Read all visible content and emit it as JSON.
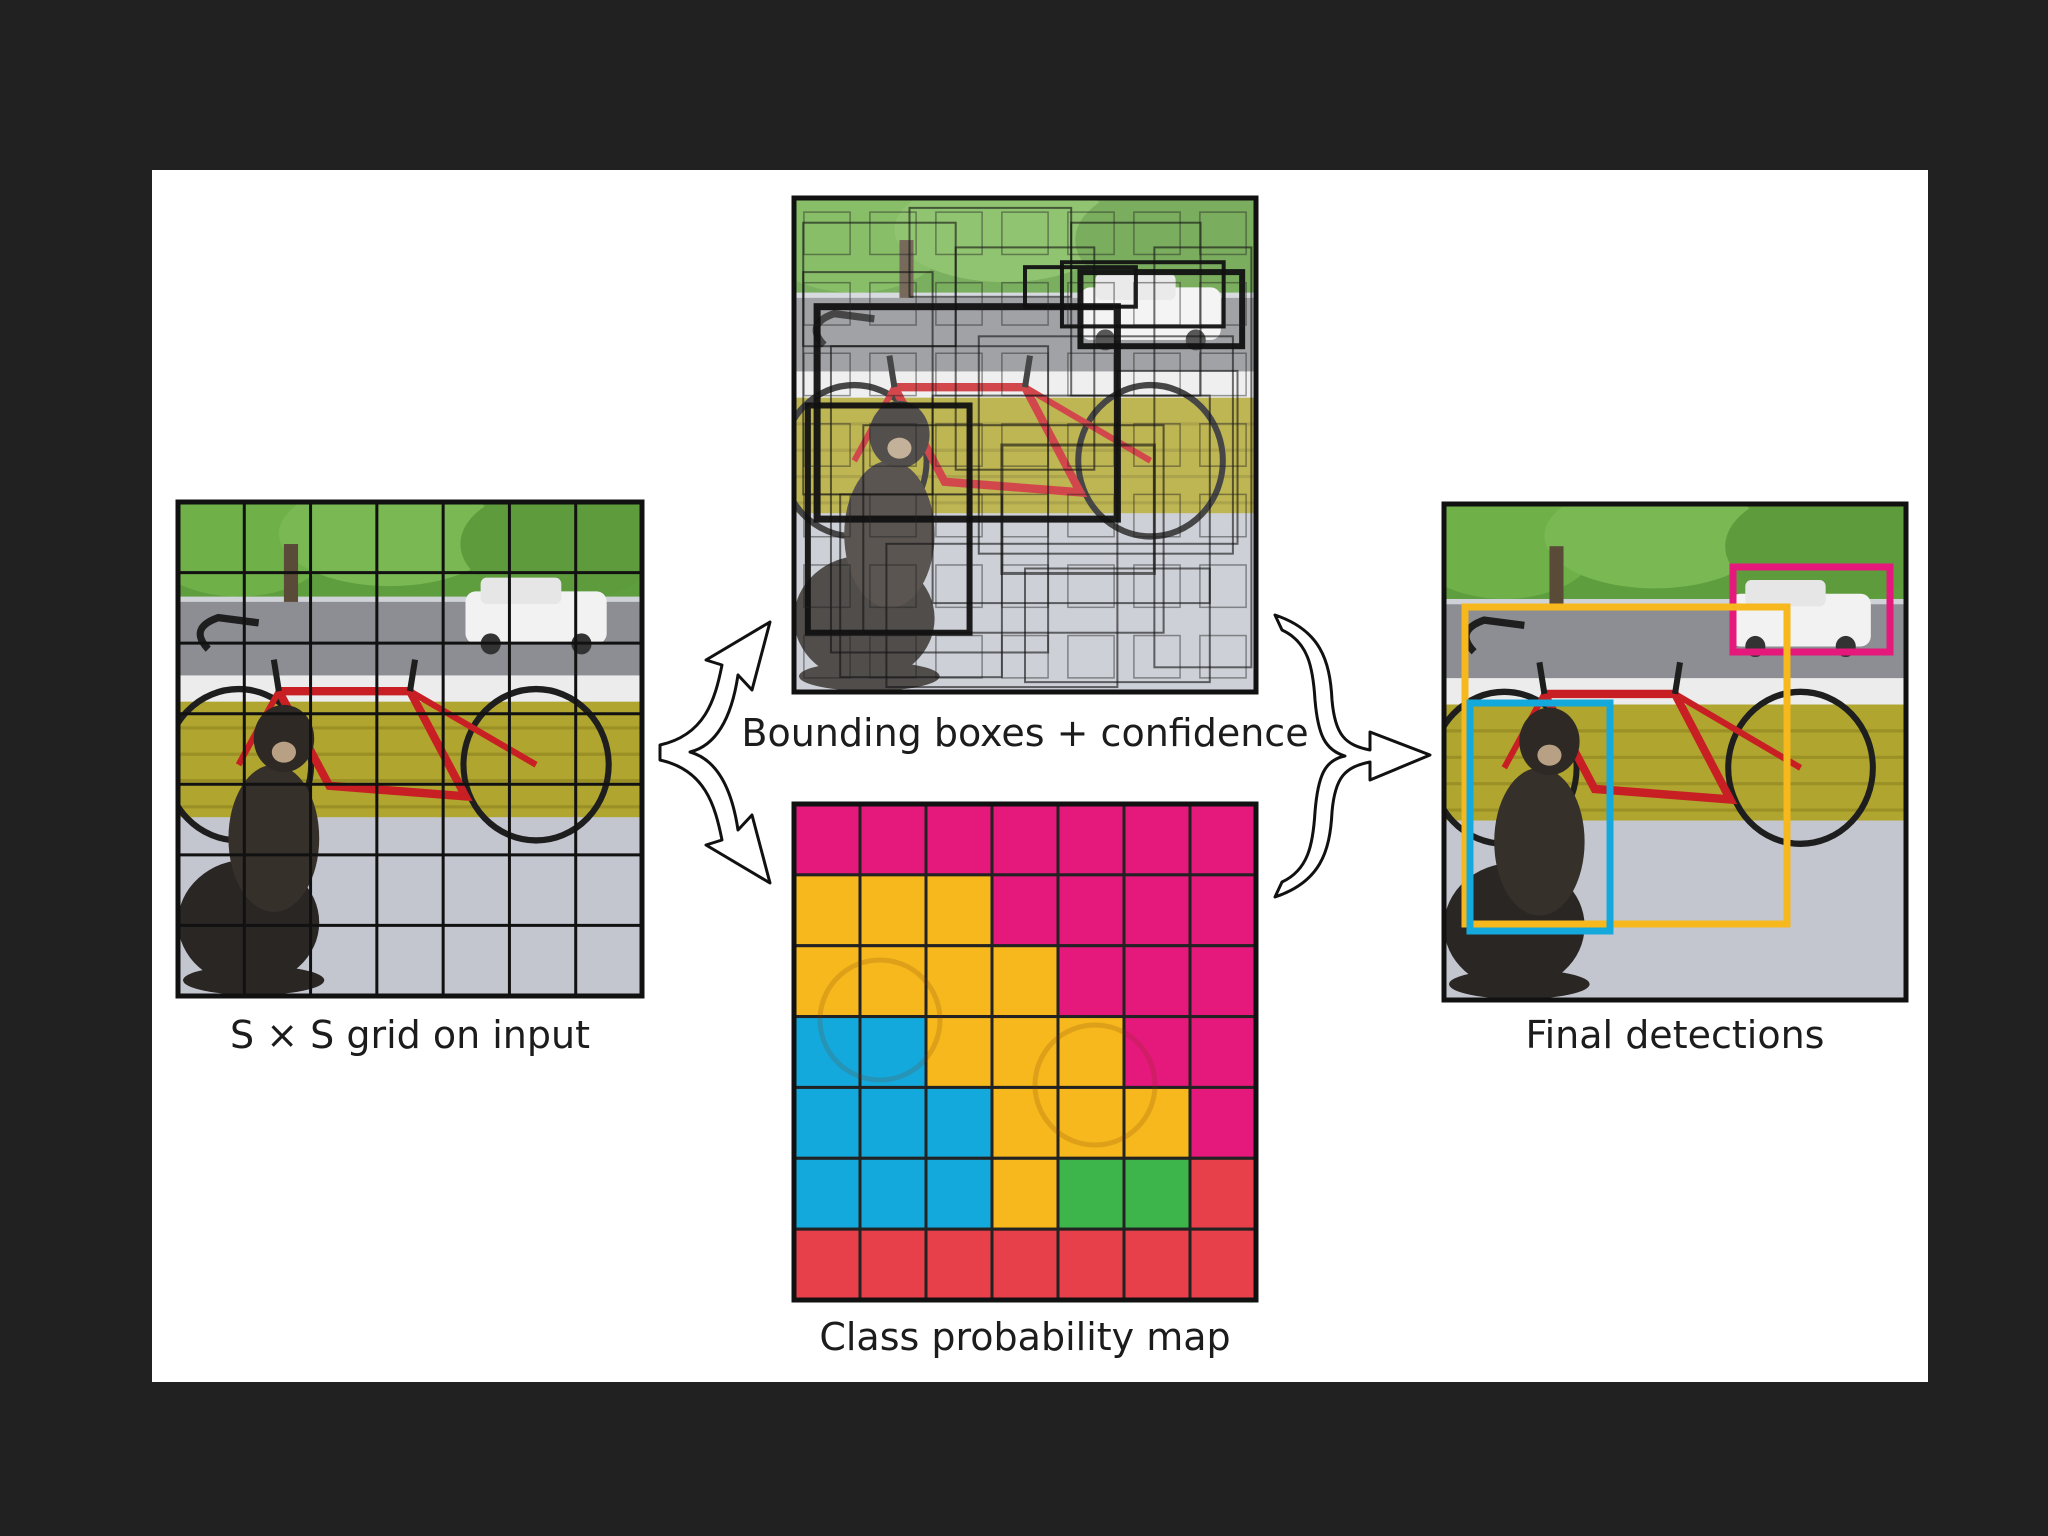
{
  "colors": {
    "background": "#212121",
    "panel": "#ffffff",
    "magenta": "#e5187b",
    "yellow": "#f6b81c",
    "cyan": "#14a9dc",
    "green": "#3db54a",
    "red": "#e7404a"
  },
  "figure": {
    "captions": {
      "input": "S × S grid on input",
      "boxes": "Bounding boxes + confidence",
      "classmap": "Class probability map",
      "final": "Final detections"
    },
    "grid_size": 7,
    "class_map": [
      [
        "m",
        "m",
        "m",
        "m",
        "m",
        "m",
        "m"
      ],
      [
        "y",
        "y",
        "y",
        "m",
        "m",
        "m",
        "m"
      ],
      [
        "y",
        "y",
        "y",
        "y",
        "m",
        "m",
        "m"
      ],
      [
        "c",
        "c",
        "y",
        "y",
        "y",
        "m",
        "m"
      ],
      [
        "c",
        "c",
        "c",
        "y",
        "y",
        "y",
        "m"
      ],
      [
        "c",
        "c",
        "c",
        "y",
        "g",
        "g",
        "r"
      ],
      [
        "r",
        "r",
        "r",
        "r",
        "r",
        "r",
        "r"
      ]
    ],
    "final_boxes": [
      {
        "label": "car",
        "color": "magenta"
      },
      {
        "label": "bicycle",
        "color": "yellow"
      },
      {
        "label": "dog",
        "color": "cyan"
      }
    ]
  }
}
